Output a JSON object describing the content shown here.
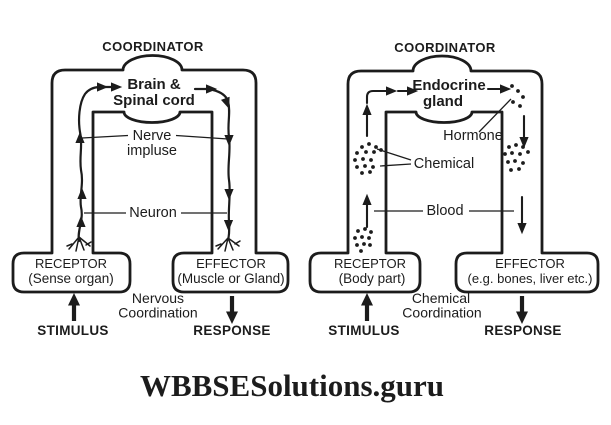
{
  "page": {
    "background": "#ffffff",
    "ink": "#1c1c1c"
  },
  "watermark": {
    "text": "WBBSESolutions.guru"
  },
  "nervous_diagram": {
    "coordinator": "COORDINATOR",
    "coordinator_box_line1": "Brain &",
    "coordinator_box_line2": "Spinal cord",
    "signal_label_line1": "Nerve",
    "signal_label_line2": "impluse",
    "pathway_label": "Neuron",
    "receptor_title": "RECEPTOR",
    "receptor_subtitle": "(Sense organ)",
    "effector_title": "EFFECTOR",
    "effector_subtitle": "(Muscle or Gland)",
    "caption_line1": "Nervous",
    "caption_line2": "Coordination",
    "stimulus": "STIMULUS",
    "response": "RESPONSE"
  },
  "chemical_diagram": {
    "coordinator": "COORDINATOR",
    "coordinator_box_line1": "Endocrine",
    "coordinator_box_line2": "gland",
    "hormone_label": "Hormone",
    "chemical_label": "Chemical",
    "pathway_label": "Blood",
    "receptor_title": "RECEPTOR",
    "receptor_subtitle": "(Body part)",
    "effector_title": "EFFECTOR",
    "effector_subtitle": "(e.g. bones, liver etc.)",
    "caption_line1": "Chemical",
    "caption_line2": "Coordination",
    "stimulus": "STIMULUS",
    "response": "RESPONSE"
  }
}
